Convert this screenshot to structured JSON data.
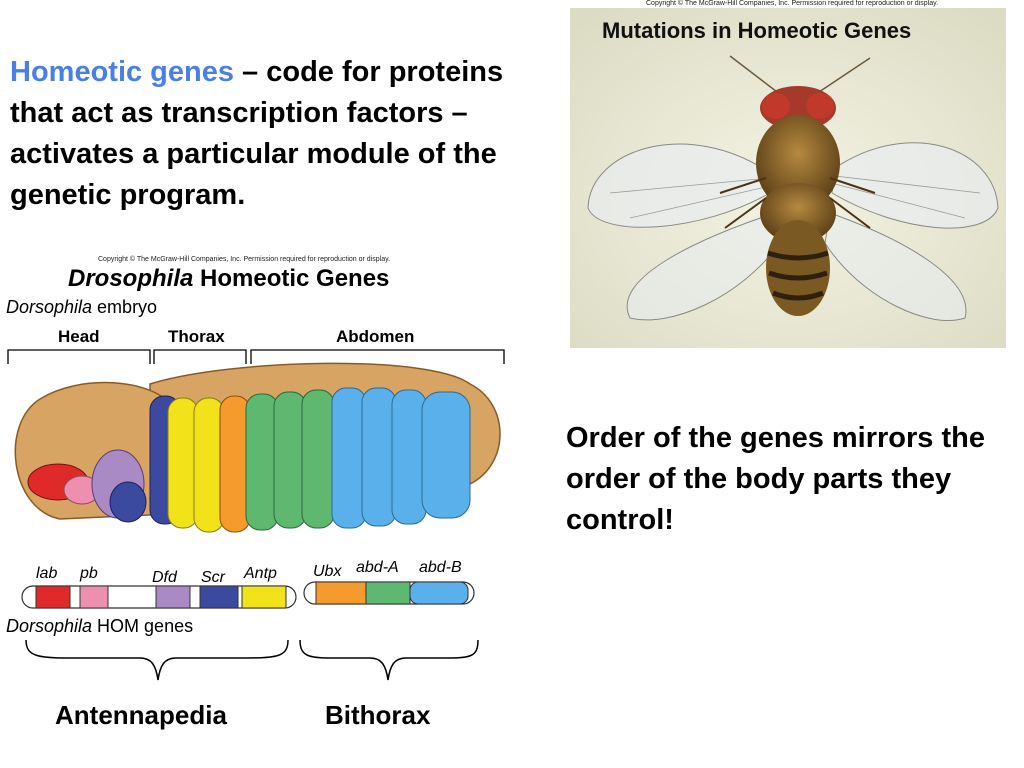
{
  "intro": {
    "highlight": "Homeotic genes",
    "rest": " – code for proteins that act as transcription factors – activates a particular module of the genetic program."
  },
  "order_note": "Order of the genes mirrors the order of the body parts they control!",
  "photo": {
    "copyright": "Copyright © The McGraw-Hill Companies, Inc. Permission required for reproduction or display.",
    "title": "Mutations in Homeotic Genes"
  },
  "figure": {
    "copyright": "Copyright © The McGraw-Hill Companies, Inc. Permission required for reproduction or display.",
    "title_italic": "Drosophila",
    "title_rest": " Homeotic Genes",
    "embryo_label_italic": "Dorsophila",
    "embryo_label_rest": " embryo",
    "segments": [
      "Head",
      "Thorax",
      "Abdomen"
    ],
    "genes": [
      "lab",
      "pb",
      "Dfd",
      "Scr",
      "Antp",
      "Ubx",
      "abd-A",
      "abd-B"
    ],
    "hom_label_italic": "Dorsophila",
    "hom_label_rest": " HOM genes",
    "clusters": [
      "Antennapedia",
      "Bithorax"
    ]
  },
  "colors": {
    "highlight": "#4a7fe6",
    "lab": "#e02a2a",
    "pb": "#ee8fb0",
    "Dfd": "#a98ac4",
    "Scr": "#3b4a9e",
    "Antp": "#f2e21a",
    "Ubx": "#f59a2c",
    "abd-A": "#5fb870",
    "abd-B": "#5ab0ea"
  }
}
